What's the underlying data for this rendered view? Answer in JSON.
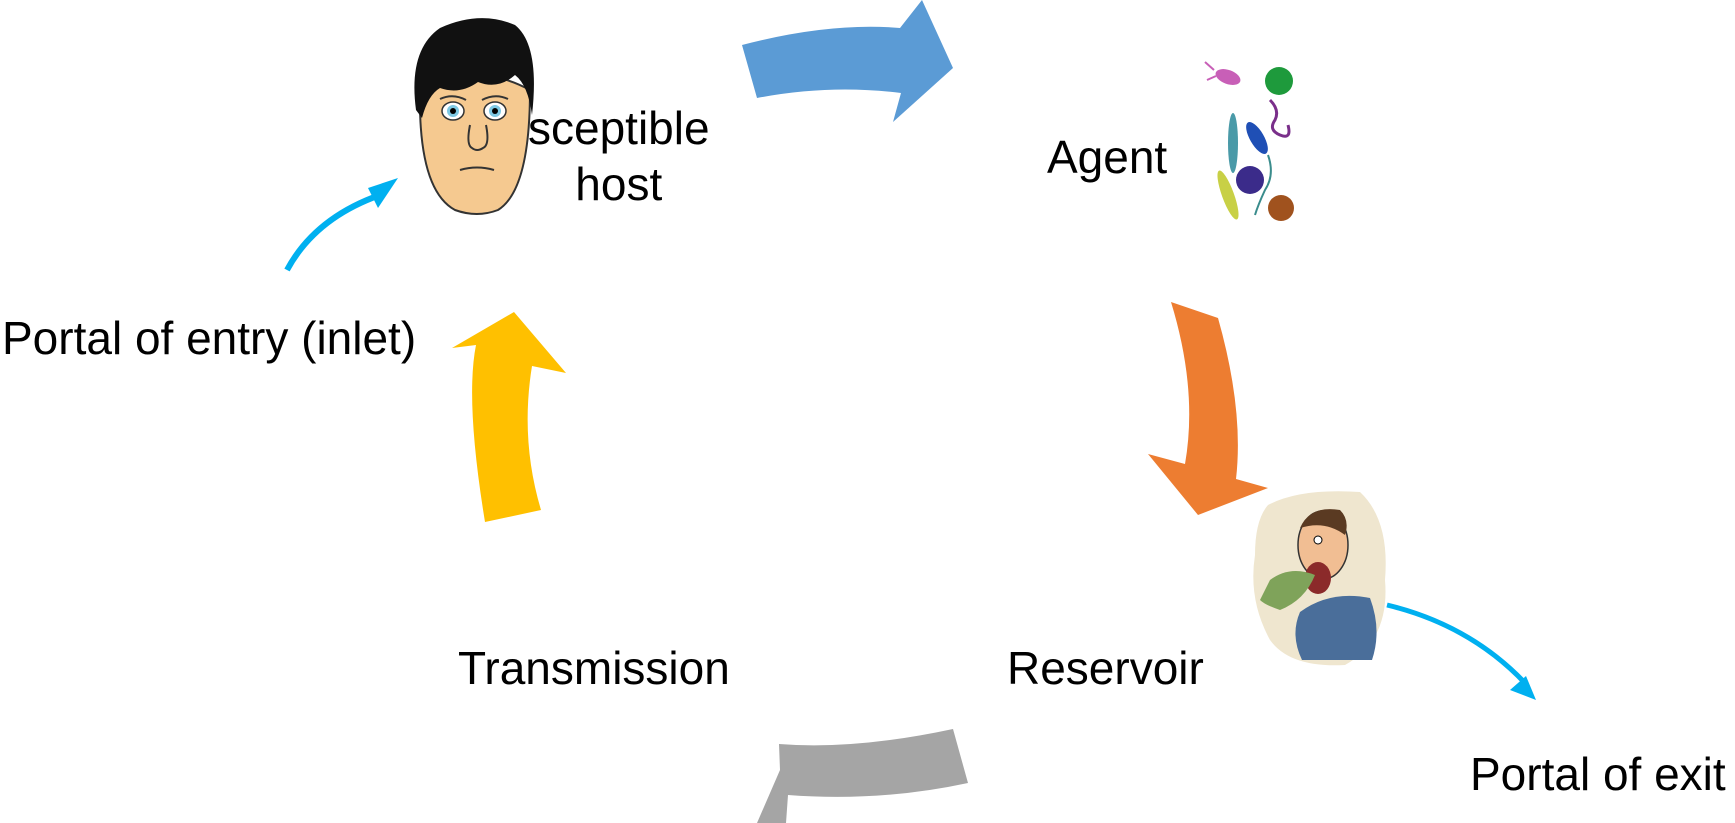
{
  "diagram": {
    "nodes": {
      "susceptible_host": {
        "label_line1": "sceptible",
        "label_line2": "host",
        "icon": "worried-face-icon"
      },
      "agent": {
        "label": "Agent",
        "icon": "microbes-icon"
      },
      "reservoir": {
        "label": "Reservoir",
        "icon": "vomiting-man-icon"
      },
      "transmission": {
        "label": "Transmission"
      },
      "portal_of_entry": {
        "label": "Portal of entry (inlet)"
      },
      "portal_of_exit": {
        "label": "Portal of exit"
      }
    },
    "edges": [
      {
        "from": "susceptible_host",
        "to": "agent",
        "color": "#5B9BD5"
      },
      {
        "from": "agent",
        "to": "reservoir",
        "color": "#ED7D31"
      },
      {
        "from": "reservoir",
        "to": "transmission",
        "color": "#A5A5A5"
      },
      {
        "from": "transmission",
        "to": "susceptible_host",
        "color": "#FFC000"
      },
      {
        "from": "portal_of_entry",
        "to": "susceptible_host",
        "color": "#00B0F0"
      },
      {
        "from": "reservoir",
        "to": "portal_of_exit",
        "color": "#00B0F0"
      }
    ]
  }
}
